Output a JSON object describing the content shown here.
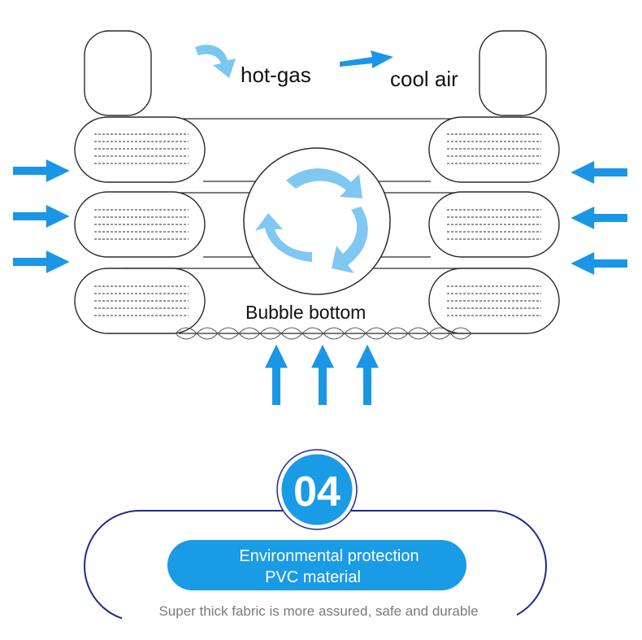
{
  "diagram": {
    "labels": {
      "hot_gas": "hot-gas",
      "cool_air": "cool air",
      "bubble_bottom": "Bubble bottom"
    }
  },
  "feature": {
    "number": "04",
    "title_line1": "Environmental protection",
    "title_line2": "PVC material",
    "caption": "Super thick fabric is more assured, safe and durable"
  },
  "colors": {
    "arrow_blue": "#1a96e6",
    "arrow_light": "#78c8f0",
    "accent_blue": "#1a9be6",
    "frame_navy": "#1e2a8c",
    "outline": "#2a2a2a",
    "caption_gray": "#7a7a7a"
  }
}
